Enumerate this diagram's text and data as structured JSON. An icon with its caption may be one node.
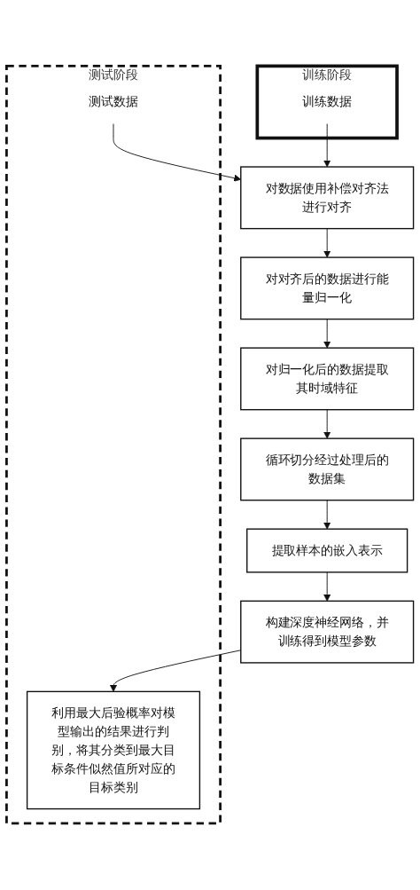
{
  "diagram": {
    "nodes": [
      {
        "text": [
          "训练阶段"
        ]
      },
      {
        "text": [
          "训练数据"
        ],
        "in": 0
      },
      {
        "text": [
          "测试阶段"
        ]
      },
      {
        "text": [
          "测试数据"
        ],
        "in": 2
      },
      {
        "text": [
          "对数据使用补偿对齐法进行对齐"
        ]
      },
      {
        "text": [
          "对对齐后的数据进行能量归一化"
        ]
      },
      {
        "text": [
          "对归一化后的数据提取其时域特征"
        ]
      },
      {
        "text": [
          "循环切分经过处理后的数据集"
        ]
      },
      {
        "text": [
          "提取样本的嵌入表示"
        ]
      },
      {
        "text": [
          "构建深度神经网络，并训练得到模型参数"
        ]
      },
      {
        "text": [
          "利用最大后验概率对模型输出的结果进行判别，将其分类到最大目标条件似然值所对应的目标类别"
        ],
        "in": 2
      }
    ],
    "edges": [
      {
        "from": 1,
        "to": 4,
        "arrow": "to"
      },
      {
        "from": 3,
        "to": 4,
        "arrow": "to"
      },
      {
        "from": 4,
        "to": 5,
        "arrow": "to"
      },
      {
        "from": 5,
        "to": 6,
        "arrow": "to"
      },
      {
        "from": 6,
        "to": 7,
        "arrow": "to"
      },
      {
        "from": 7,
        "to": 8,
        "arrow": "to"
      },
      {
        "from": 8,
        "to": 9,
        "arrow": "to"
      },
      {
        "from": 9,
        "to": 10,
        "arrow": "to"
      }
    ]
  }
}
